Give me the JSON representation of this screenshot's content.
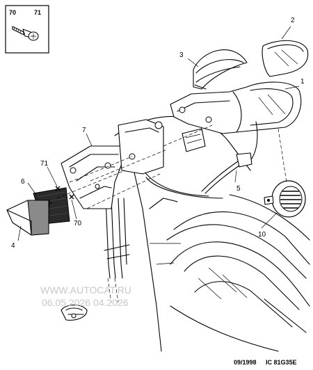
{
  "diagram": {
    "inset_labels": [
      "70",
      "71"
    ],
    "callouts": {
      "c1": "1",
      "c2": "2",
      "c3": "3",
      "c4": "4",
      "c5": "5",
      "c6": "6",
      "c7": "7",
      "c10": "10",
      "c70": "70",
      "c71": "71"
    },
    "watermark": {
      "line1": "WWW.AUTOCAT.RU",
      "line2": "06.05.2026 04.2026"
    },
    "footer": {
      "date": "09/1998",
      "code": "IC 81G35E"
    }
  }
}
